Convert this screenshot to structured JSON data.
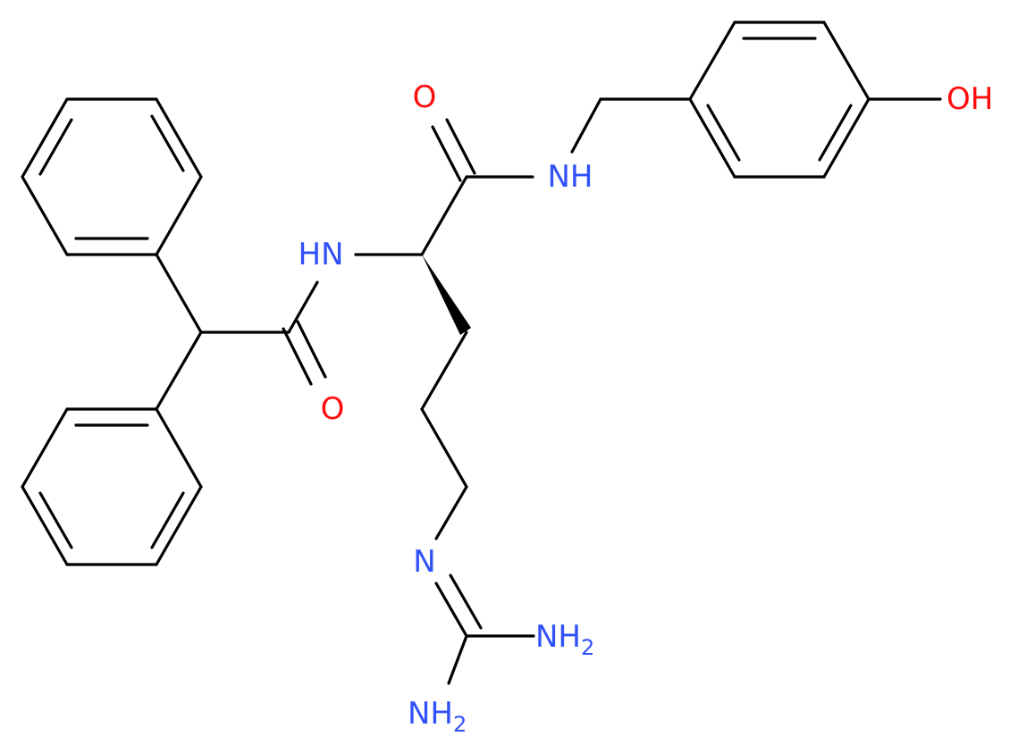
{
  "colors": {
    "bond": "#000000",
    "oxygen": "#ff0d0d",
    "nitrogen": "#3050f8",
    "background": "#ffffff"
  },
  "atoms": {
    "o_amide_left": "O",
    "o_amide_top": "O",
    "o_hydroxyl": "OH",
    "n_hn": "HN",
    "n_amide_nh": "NH",
    "n_imine": "N",
    "nh2_right": {
      "main": "NH",
      "sub": "2"
    },
    "nh2_bottom": {
      "main": "NH",
      "sub": "2"
    }
  }
}
